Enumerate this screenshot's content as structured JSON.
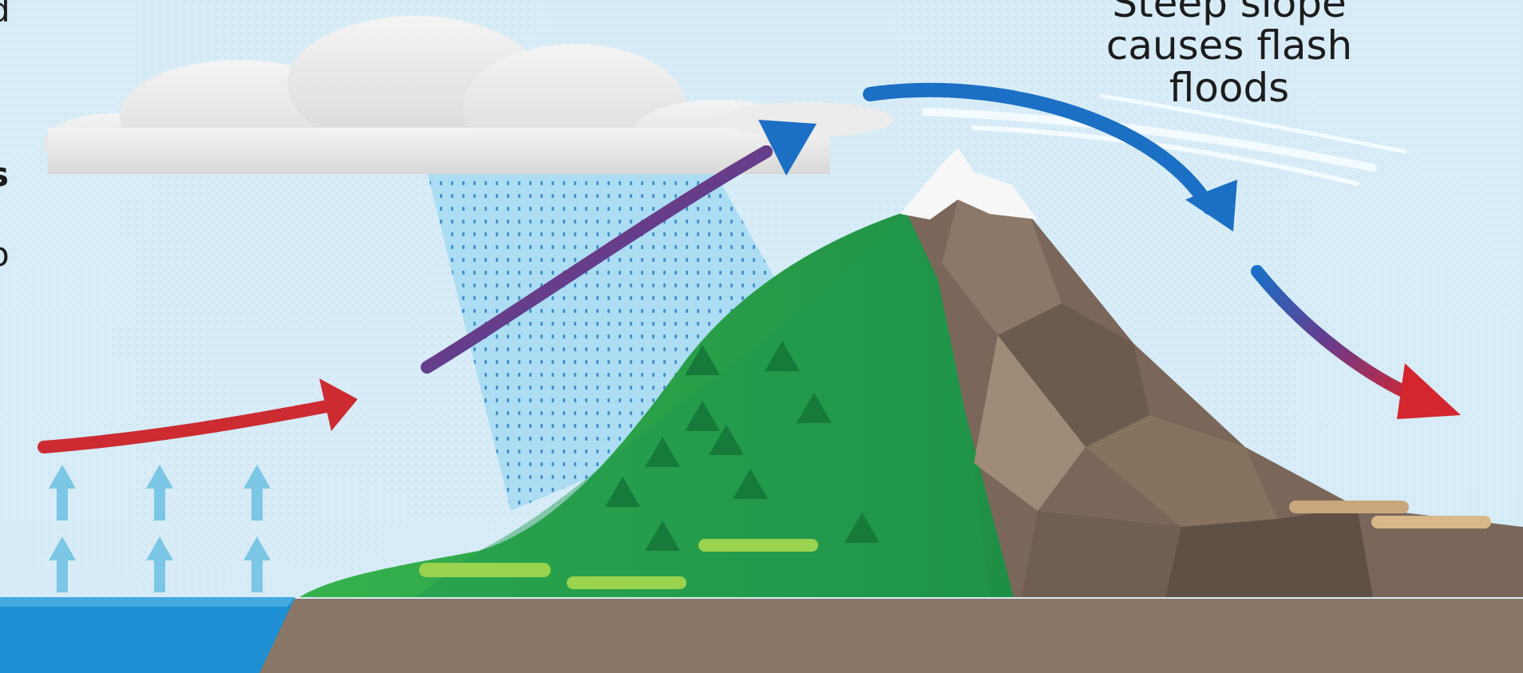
{
  "caption": {
    "line1": "Steep slope",
    "line2": "causes flash",
    "line3": "floods"
  },
  "left_edge_fragments": [
    "d",
    "s",
    ";",
    "o"
  ],
  "colors": {
    "sky": "#d7ecf6",
    "cloud": "#e8e8e8",
    "rain": "#8fd0f0",
    "green_slope": "#2fa84a",
    "rock": "#7a675a",
    "ground": "#8a7666",
    "water": "#1d8fd2",
    "warm_air": "#d22a2f",
    "cool_air": "#1b6fc4",
    "evaporation": "#7cc6e6"
  },
  "icons": [
    "cloud-icon",
    "rain-icon",
    "tree-icon",
    "evaporation-arrow-icon",
    "airflow-arrow-icon"
  ]
}
